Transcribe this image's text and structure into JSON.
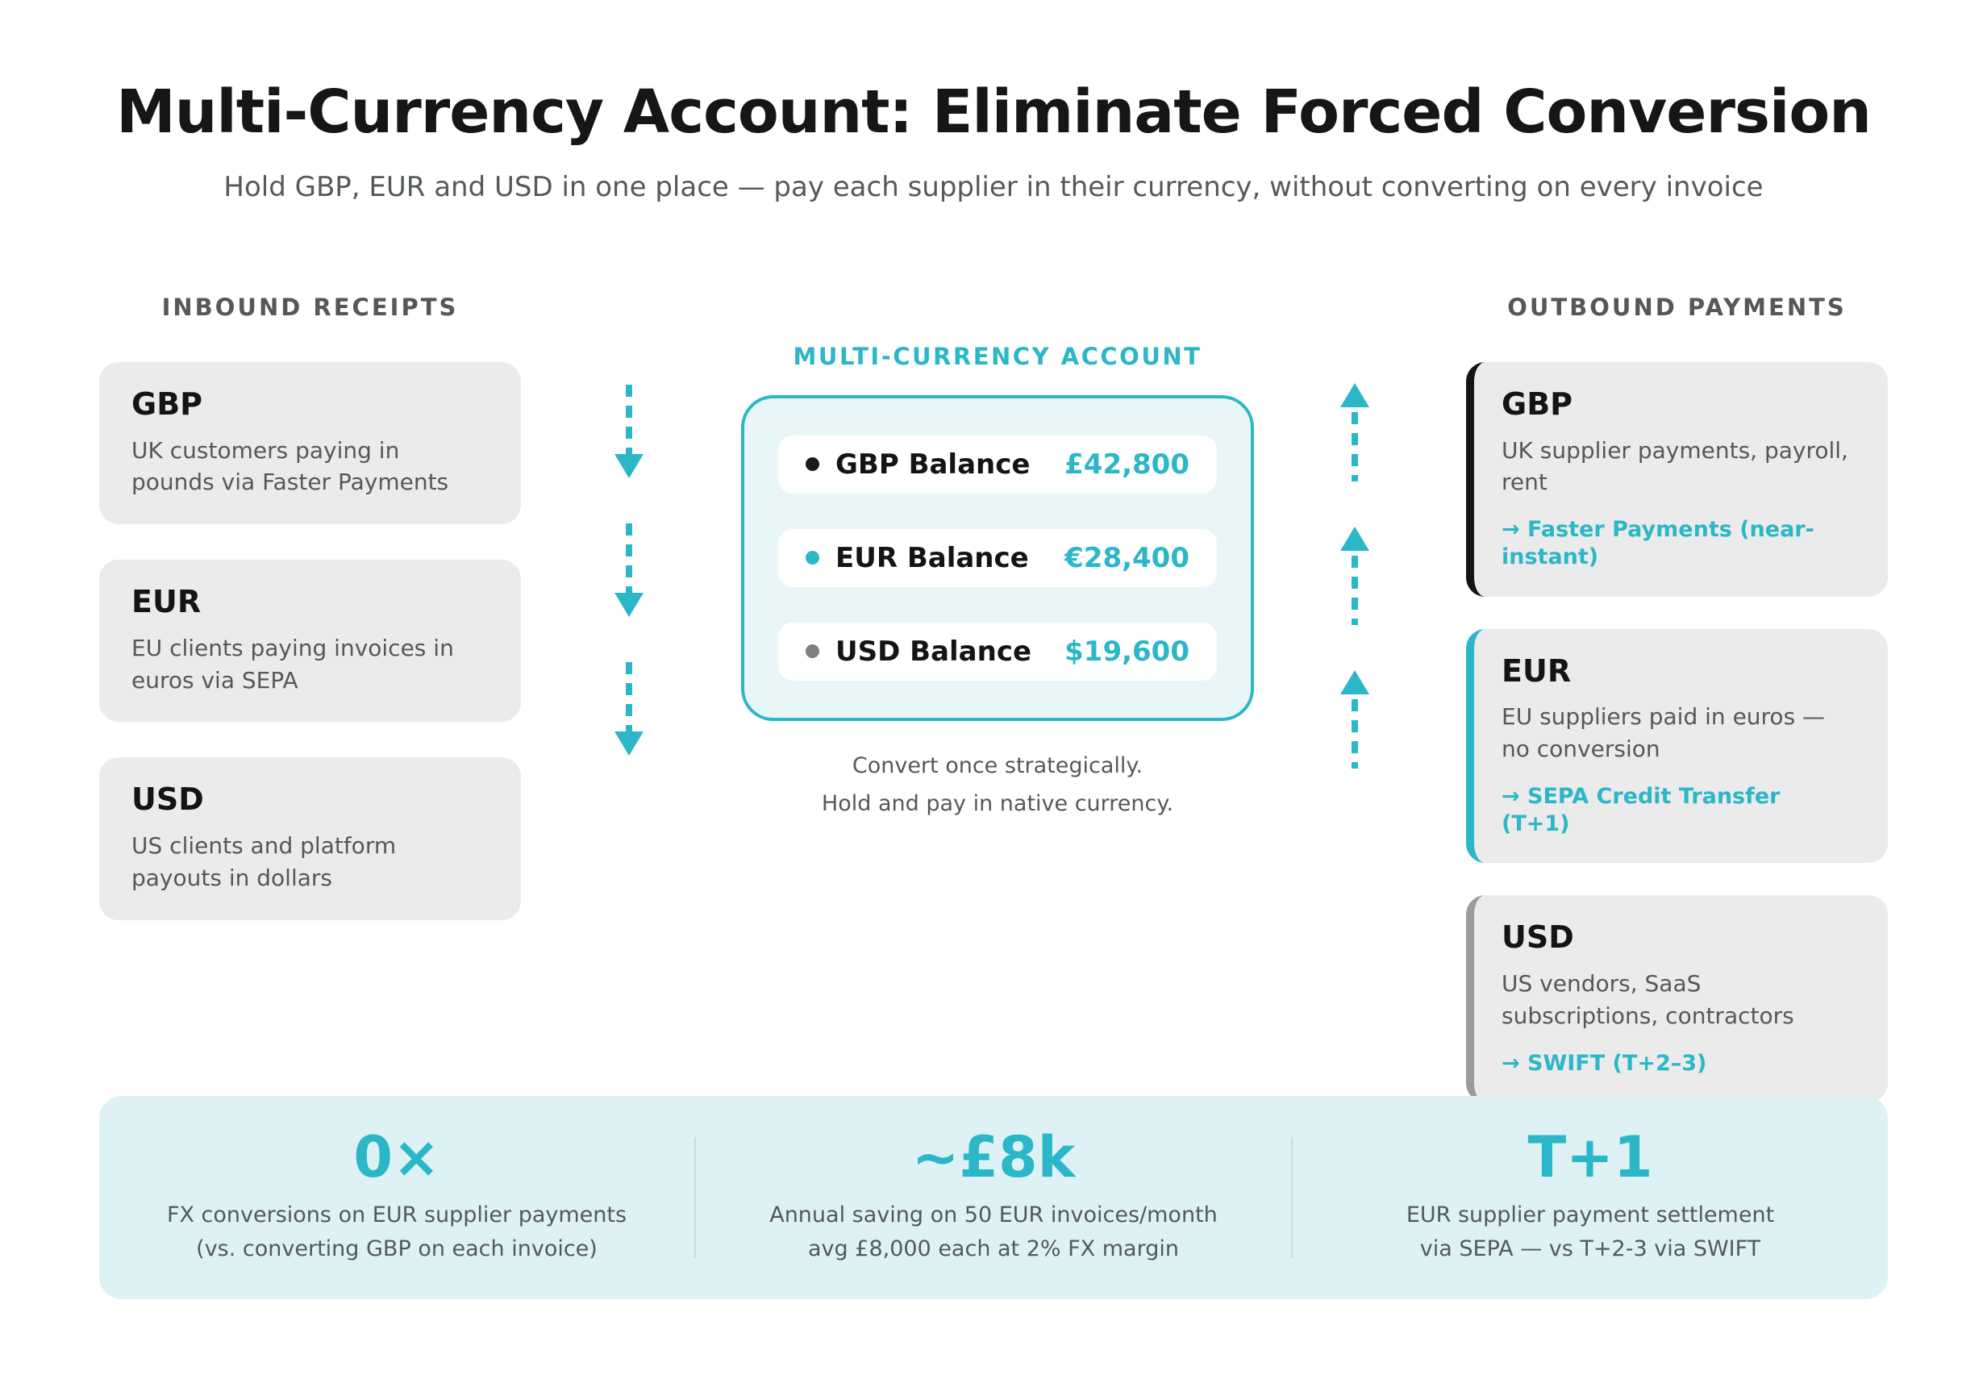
{
  "header": {
    "title": "Multi-Currency Account: Eliminate Forced Conversion",
    "subtitle": "Hold GBP, EUR and USD in one place — pay each supplier in their currency, without converting on every invoice"
  },
  "inbound": {
    "heading": "INBOUND RECEIPTS",
    "cards": [
      {
        "title": "GBP",
        "body": "UK customers paying in pounds via Faster Payments"
      },
      {
        "title": "EUR",
        "body": "EU clients paying invoices in euros via SEPA"
      },
      {
        "title": "USD",
        "body": "US clients and platform payouts in dollars"
      }
    ]
  },
  "account": {
    "heading": "MULTI-CURRENCY ACCOUNT",
    "rows": [
      {
        "label": "GBP Balance",
        "value": "£42,800",
        "dot_color": "#1a1a1a"
      },
      {
        "label": "EUR Balance",
        "value": "€28,400",
        "dot_color": "#2bb7c7"
      },
      {
        "label": "USD Balance",
        "value": "$19,600",
        "dot_color": "#808080"
      }
    ],
    "caption_line1": "Convert once strategically.",
    "caption_line2": "Hold and pay in native currency."
  },
  "outbound": {
    "heading": "OUTBOUND PAYMENTS",
    "cards": [
      {
        "title": "GBP",
        "body": "UK supplier payments, payroll, rent",
        "rail": "→ Faster Payments (near-instant)",
        "accent": "#141414"
      },
      {
        "title": "EUR",
        "body": "EU suppliers paid in euros — no conversion",
        "rail": "→ SEPA Credit Transfer (T+1)",
        "accent": "#2bb7c7"
      },
      {
        "title": "USD",
        "body": "US vendors, SaaS subscriptions, contractors",
        "rail": "→ SWIFT (T+2–3)",
        "accent": "#9b9b9b"
      }
    ]
  },
  "stats": [
    {
      "value": "0×",
      "line1": "FX conversions on EUR supplier payments",
      "line2": "(vs. converting GBP on each invoice)"
    },
    {
      "value": "~£8k",
      "line1": "Annual saving on 50 EUR invoices/month",
      "line2": "avg £8,000 each at 2% FX margin"
    },
    {
      "value": "T+1",
      "line1": "EUR supplier payment settlement",
      "line2": "via SEPA — vs T+2-3 via SWIFT"
    }
  ],
  "colors": {
    "teal": "#2bb7c7",
    "account_box_bg": "#e8f6f8",
    "stats_bar_bg": "#def2f5",
    "card_bg": "#ebebeb",
    "text_dark": "#141414",
    "text_gray": "#54585b"
  }
}
